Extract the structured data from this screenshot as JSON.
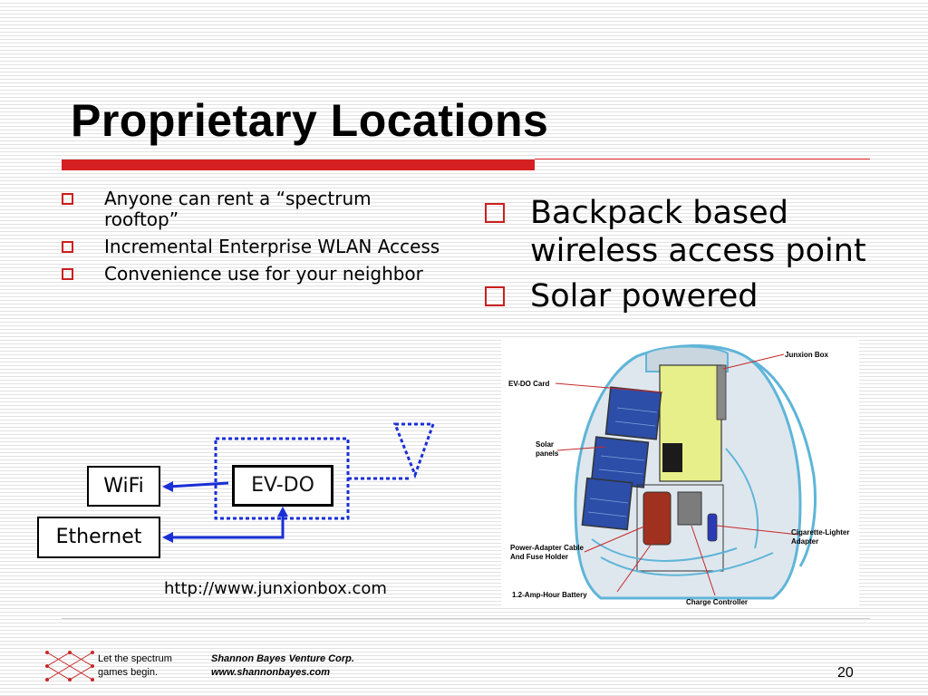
{
  "title": "Proprietary Locations",
  "left_bullets": [
    {
      "text": "Anyone can rent a “spectrum rooftop”"
    },
    {
      "text": "Incremental Enterprise WLAN Access"
    },
    {
      "text": "Convenience use for your neighbor"
    }
  ],
  "right_bullets": [
    {
      "text": "Backpack based wireless access point"
    },
    {
      "text": "Solar powered"
    }
  ],
  "diagram": {
    "wifi": "WiFi",
    "ethernet": "Ethernet",
    "evdo": "EV-DO",
    "url": "http://www.junxionbox.com"
  },
  "backpack_labels": {
    "junxion_box": "Junxion Box",
    "evdo_card": "EV-DO Card",
    "solar_1": "Solar",
    "solar_2": "panels",
    "cig_1": "Cigarette-Lighter",
    "cig_2": "Adapter",
    "power_1": "Power-Adapter Cable",
    "power_2": "And Fuse Holder",
    "battery": "1.2-Amp-Hour Battery",
    "charge": "Charge Controller"
  },
  "footer": {
    "tagline_1": "Let the spectrum",
    "tagline_2": "games begin.",
    "company": "Shannon Bayes Venture Corp.",
    "website": "www.shannonbayes.com",
    "page": "20"
  },
  "colors": {
    "accent": "#d42020",
    "connector": "#1a2fd6"
  }
}
